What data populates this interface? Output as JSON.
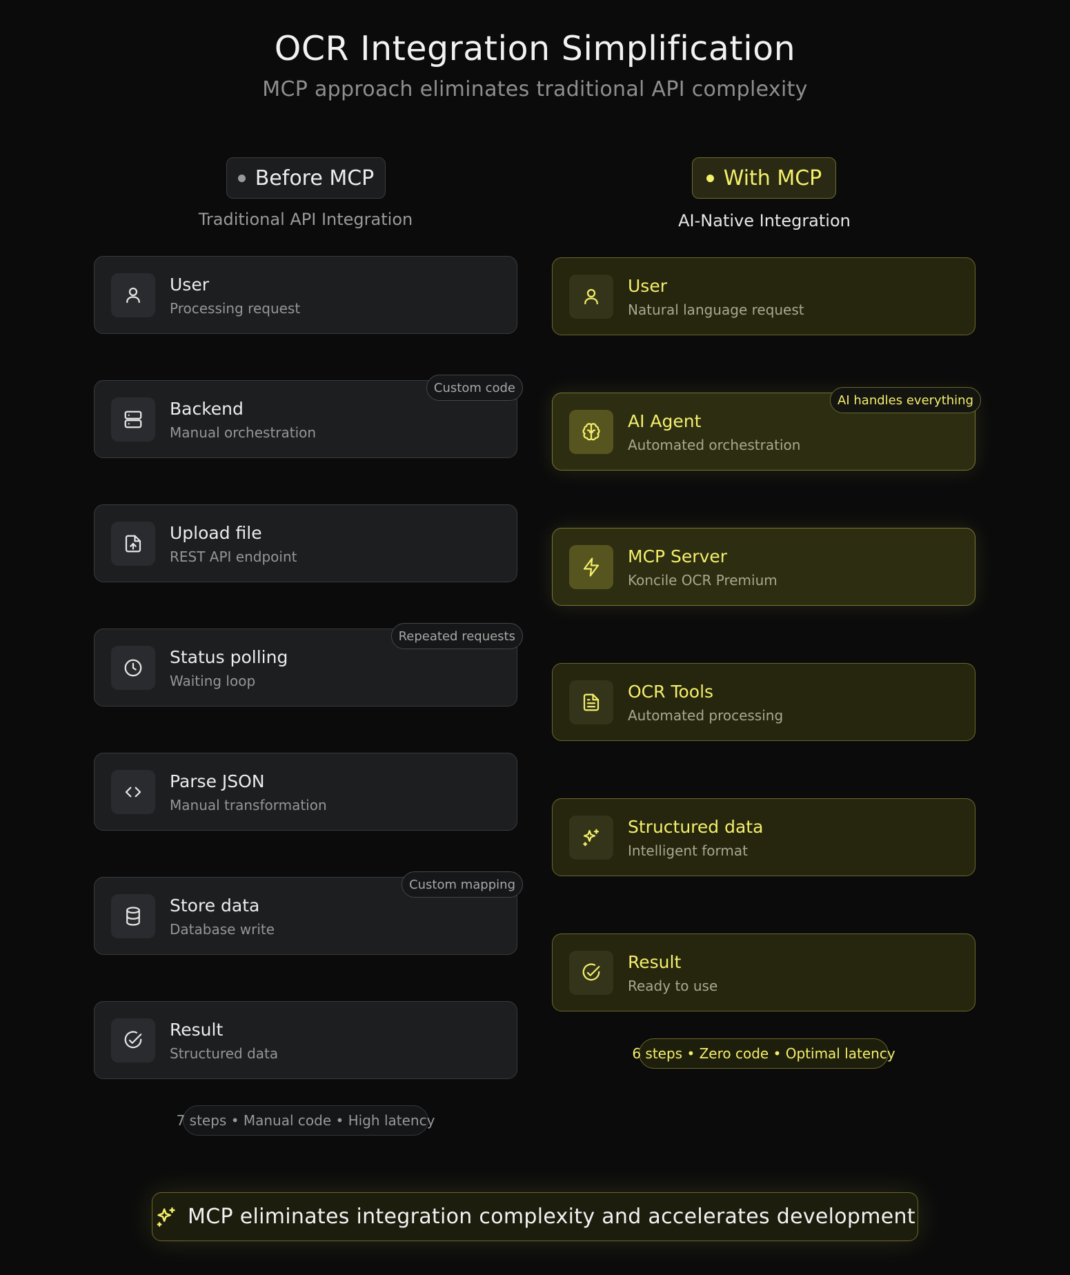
{
  "header": {
    "title": "OCR Integration Simplification",
    "subtitle": "MCP approach eliminates traditional API complexity"
  },
  "before": {
    "badge": "Before MCP",
    "subtitle": "Traditional API Integration",
    "steps": [
      {
        "title": "User",
        "desc": "Processing request",
        "icon": "user-icon",
        "tag": ""
      },
      {
        "title": "Backend",
        "desc": "Manual orchestration",
        "icon": "server-icon",
        "tag": "Custom code"
      },
      {
        "title": "Upload file",
        "desc": "REST API endpoint",
        "icon": "file-upload-icon",
        "tag": ""
      },
      {
        "title": "Status polling",
        "desc": "Waiting loop",
        "icon": "clock-icon",
        "tag": "Repeated requests"
      },
      {
        "title": "Parse JSON",
        "desc": "Manual transformation",
        "icon": "code-icon",
        "tag": ""
      },
      {
        "title": "Store data",
        "desc": "Database write",
        "icon": "database-icon",
        "tag": "Custom mapping"
      },
      {
        "title": "Result",
        "desc": "Structured data",
        "icon": "check-circle-icon",
        "tag": ""
      }
    ],
    "summary": "7 steps • Manual code • High latency"
  },
  "with": {
    "badge": "With MCP",
    "subtitle": "AI-Native Integration",
    "steps": [
      {
        "title": "User",
        "desc": "Natural language request",
        "icon": "user-icon",
        "tag": ""
      },
      {
        "title": "AI Agent",
        "desc": "Automated orchestration",
        "icon": "brain-icon",
        "tag": "AI handles everything"
      },
      {
        "title": "MCP Server",
        "desc": "Koncile OCR Premium",
        "icon": "lightning-icon",
        "tag": ""
      },
      {
        "title": "OCR Tools",
        "desc": "Automated processing",
        "icon": "document-icon",
        "tag": ""
      },
      {
        "title": "Structured data",
        "desc": "Intelligent format",
        "icon": "sparkles-icon",
        "tag": ""
      },
      {
        "title": "Result",
        "desc": "Ready to use",
        "icon": "check-circle-icon",
        "tag": ""
      }
    ],
    "summary": "6 steps • Zero code • Optimal latency"
  },
  "footer": {
    "text": "MCP eliminates integration complexity and accelerates development",
    "icon": "sparkles-icon"
  },
  "colors": {
    "background": "#0b0b0c",
    "accent": "#f4ef6b",
    "card_before": "#1d1e20",
    "card_with": "#26260f"
  }
}
